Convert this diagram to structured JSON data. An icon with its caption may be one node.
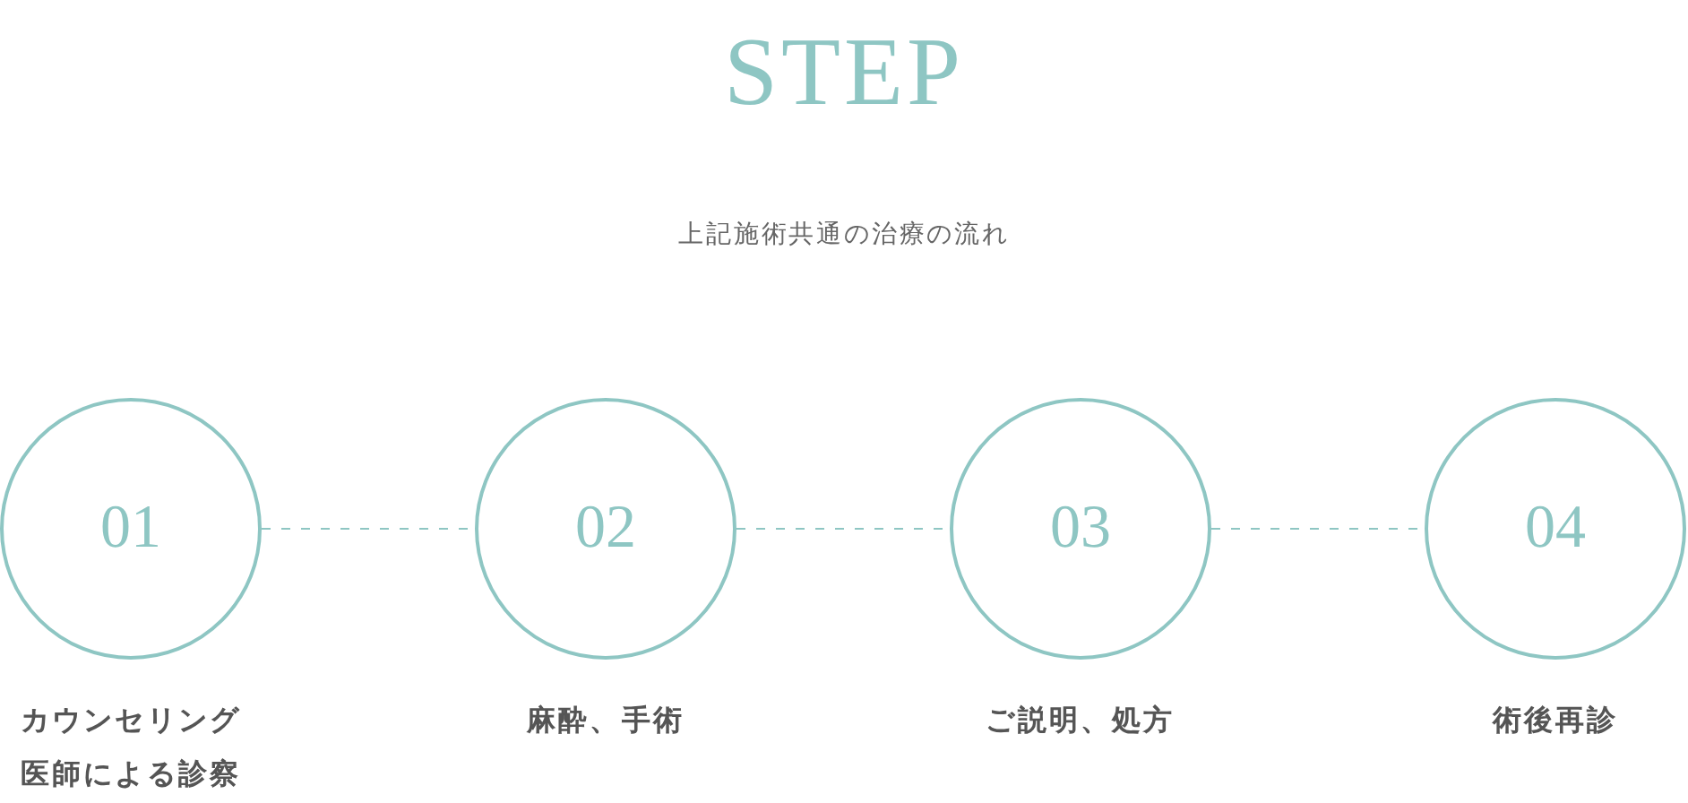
{
  "diagram": {
    "title": "STEP",
    "nodes": [
      {
        "text": [
          "01"
        ],
        "beside": [
          "カウンセリング医師による診察"
        ]
      },
      {
        "text": [
          "02"
        ],
        "beside": [
          "麻酔、手術"
        ]
      },
      {
        "text": [
          "03"
        ],
        "beside": [
          "ご説明、処方"
        ]
      },
      {
        "text": [
          "04"
        ],
        "beside": [
          "術後再診"
        ]
      }
    ],
    "edges": [
      {
        "from": 0,
        "to": 1,
        "arrow": "none",
        "style": "dashed"
      },
      {
        "from": 1,
        "to": 2,
        "arrow": "none",
        "style": "dashed"
      },
      {
        "from": 2,
        "to": 3,
        "arrow": "none",
        "style": "dashed"
      }
    ],
    "labels": [
      "上記施術共通の治療の流れ"
    ]
  }
}
